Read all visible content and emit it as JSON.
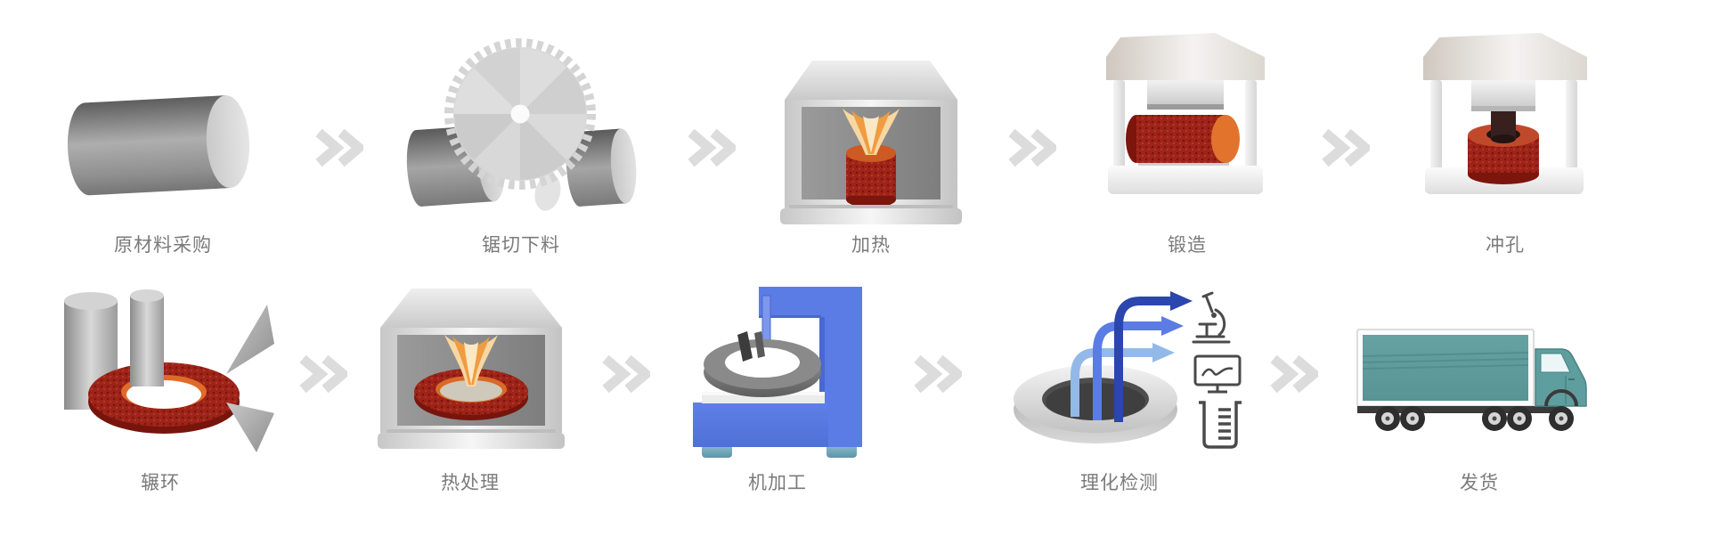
{
  "flow": {
    "separator_icon": "double-chevron-right-icon",
    "rows": [
      {
        "steps": [
          {
            "label": "原材料采购",
            "icon": "steel-bar-icon"
          },
          {
            "label": "锯切下料",
            "icon": "circular-saw-cutting-icon"
          },
          {
            "label": "加热",
            "icon": "heating-furnace-icon"
          },
          {
            "label": "锻造",
            "icon": "forging-press-icon"
          },
          {
            "label": "冲孔",
            "icon": "punching-press-icon"
          }
        ]
      },
      {
        "steps": [
          {
            "label": "辗环",
            "icon": "ring-rolling-icon"
          },
          {
            "label": "热处理",
            "icon": "heat-treatment-furnace-icon"
          },
          {
            "label": "机加工",
            "icon": "machining-lathe-icon"
          },
          {
            "label": "理化检测",
            "icon": "inspection-ring-icon"
          },
          {
            "label": "发货",
            "icon": "delivery-truck-icon"
          }
        ]
      }
    ]
  },
  "colors": {
    "background": "#ffffff",
    "label_text": "#7b7b7b",
    "arrow_gray": "#dcdcdc",
    "hot_metal_red": "#9e2318",
    "hot_metal_orange": "#e2732d",
    "flame_outer": "#f7d7a2",
    "flame_mid": "#ef9c42",
    "machine_blue": "#5b7ce4",
    "machine_foot_teal": "#8fc0d4",
    "truck_teal": "#5f9e9e",
    "inspect_blue_dark": "#2b46ad",
    "inspect_blue_mid": "#5b7ce4",
    "inspect_blue_light": "#93b9e8",
    "steel_gray": "#9a9a9a",
    "furnace_silver": "#e8e8e8"
  }
}
